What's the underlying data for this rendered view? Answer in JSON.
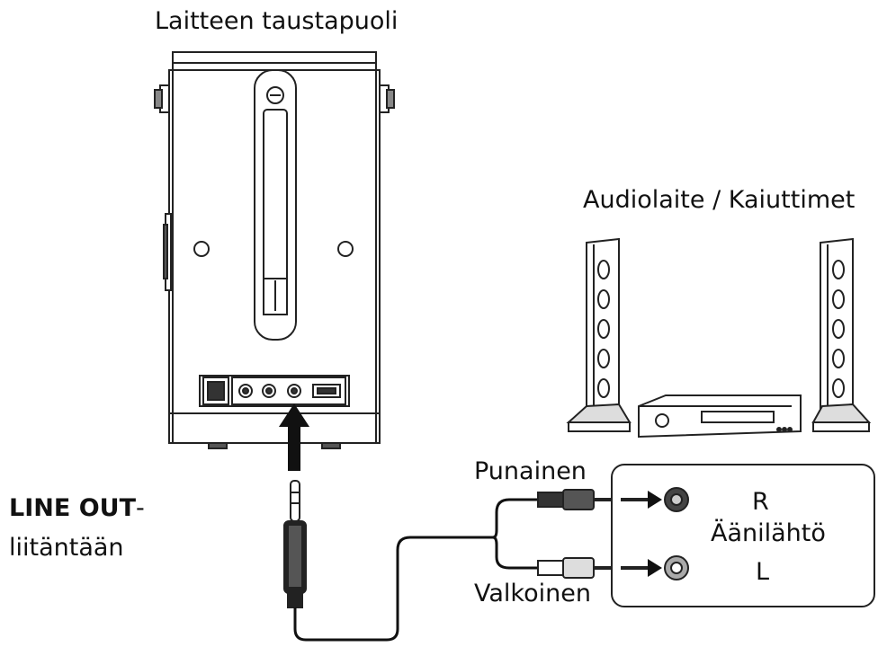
{
  "labels": {
    "device_back": "Laitteen taustapuoli",
    "audio_device": "Audiolaite / Kaiuttimet",
    "line_out_bold": "LINE OUT",
    "line_out_dash": "-",
    "line_out_rest": "liitäntään",
    "red": "Punainen",
    "white": "Valkoinen",
    "right": "R",
    "audio_output": "Äänilähtö",
    "left": "L"
  }
}
